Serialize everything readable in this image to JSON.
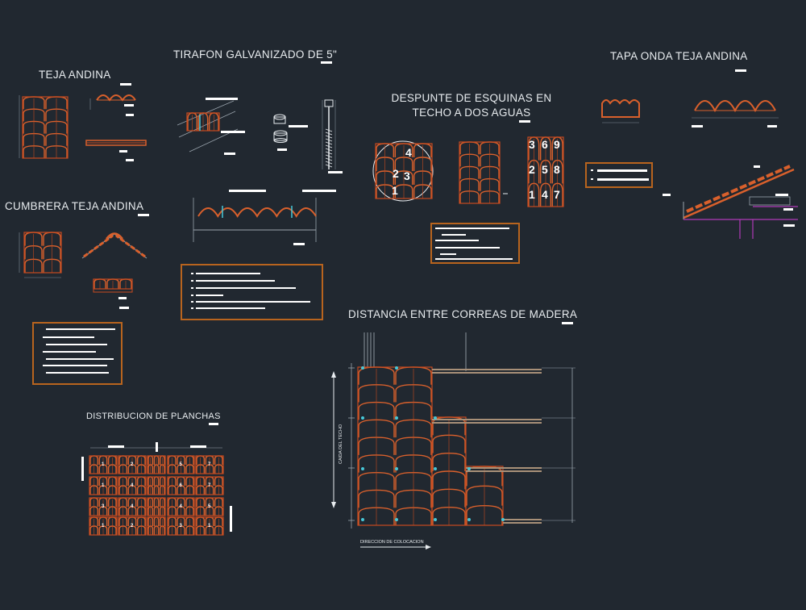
{
  "colors": {
    "background": "#212830",
    "tile": "#c74a1f",
    "tile_stroke": "#d9602c",
    "note_border": "#b8641e",
    "text": "#e8ecef",
    "annotation": "#ffffff",
    "cyan": "#47c8d8",
    "magenta": "#b03ab8",
    "timber": "#a89078"
  },
  "titles": {
    "teja_andina": "TEJA ANDINA",
    "tirafon": "TIRAFON GALVANIZADO DE 5\"",
    "despunte": "DESPUNTE DE ESQUINAS EN TECHO A DOS AGUAS",
    "tapa_onda": "TAPA ONDA TEJA ANDINA",
    "cumbrera": "CUMBRERA TEJA ANDINA",
    "distancia": "DISTANCIA ENTRE CORREAS DE MADERA",
    "distribucion": "DISTRIBUCION DE PLANCHAS"
  },
  "despunte_numbers": {
    "circle": [
      "4",
      "2",
      "3",
      "1"
    ],
    "grid": [
      "3",
      "6",
      "9",
      "2",
      "5",
      "8",
      "1",
      "4",
      "7"
    ]
  },
  "distribucion_numbers": [
    [
      "1",
      "2",
      "",
      "5",
      "7"
    ],
    [
      "1",
      "4",
      "",
      "6",
      "7"
    ],
    [
      "3",
      "4",
      "",
      "4",
      "5"
    ],
    [
      "1",
      "2",
      "",
      "3",
      "1"
    ]
  ],
  "labels": {
    "caida_techo": "CAIDA DEL TECHO",
    "direccion": "DIRECCION DE COLOCACION"
  }
}
